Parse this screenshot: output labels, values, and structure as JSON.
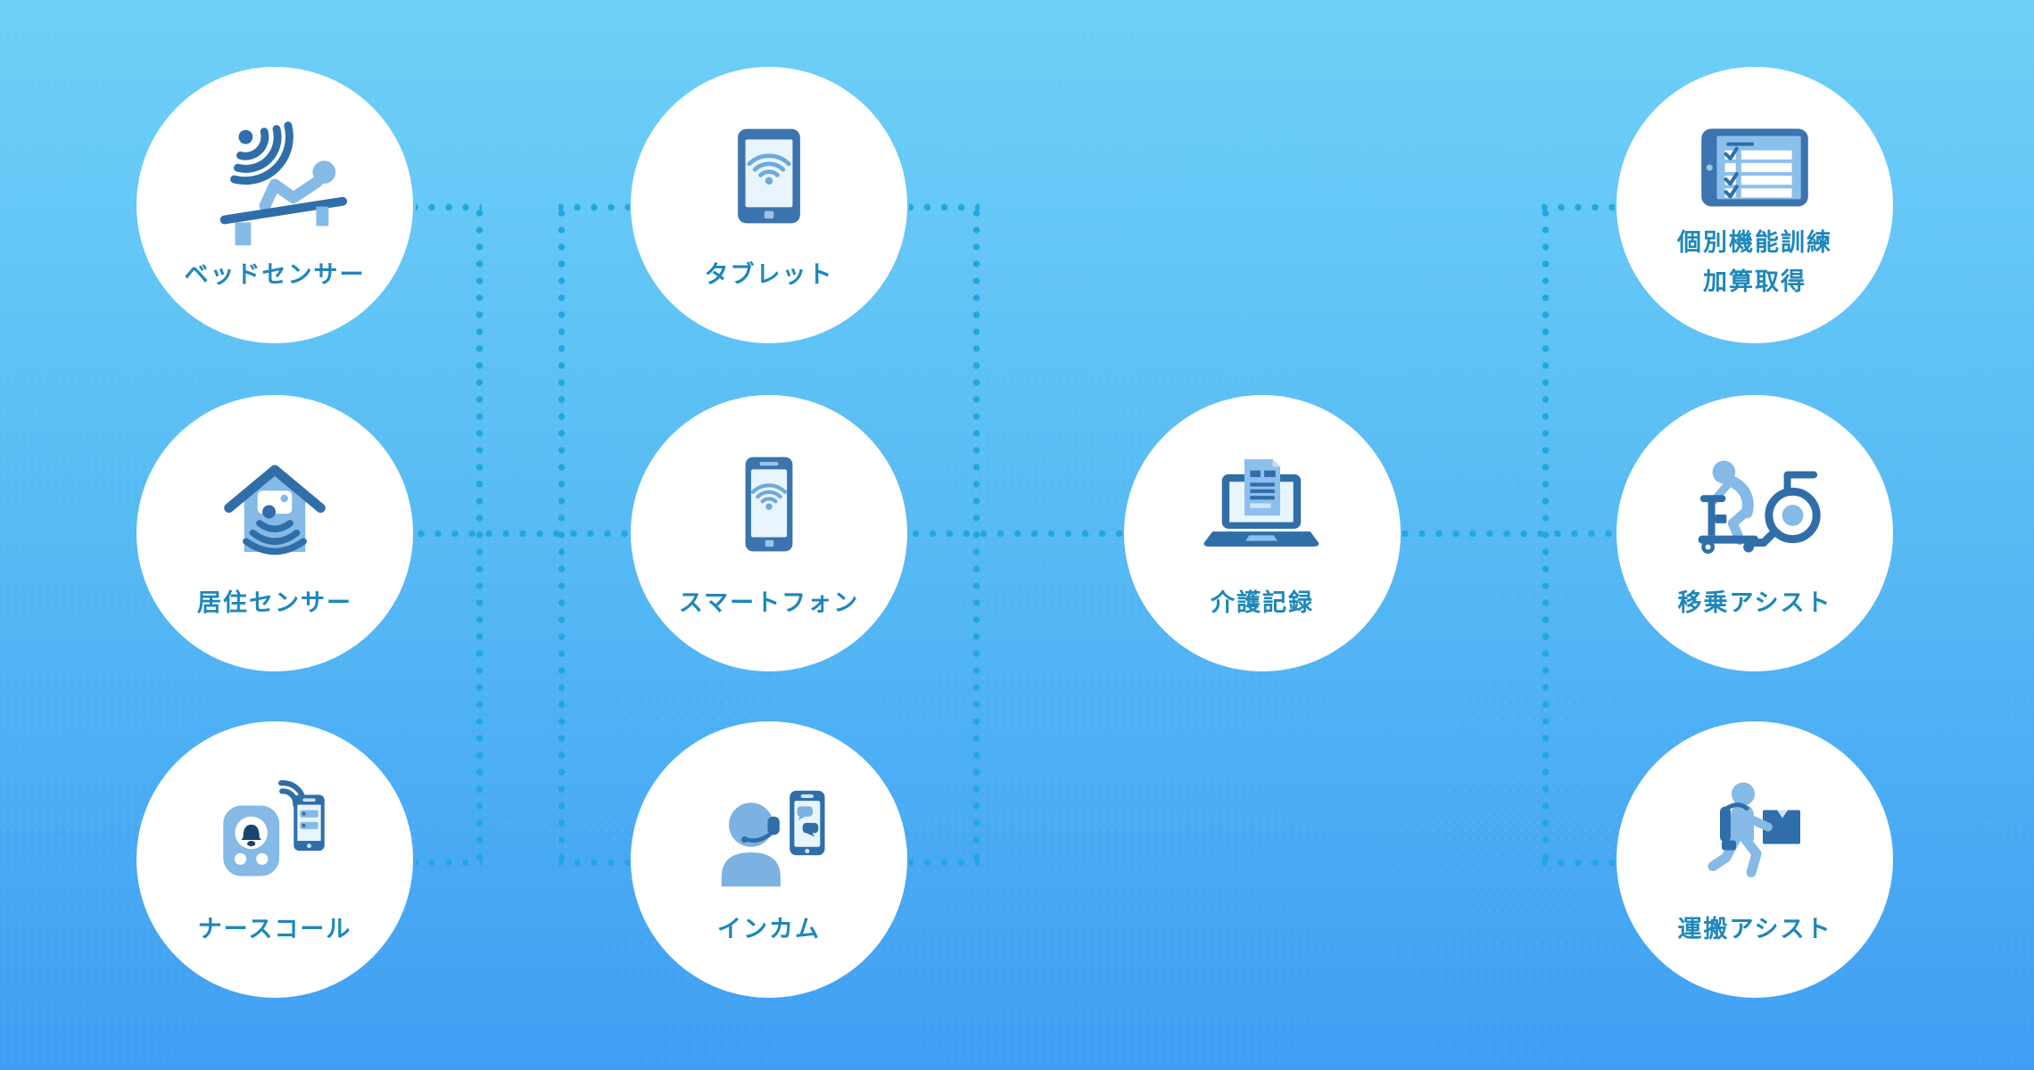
{
  "diagram": {
    "background": {
      "gradient_top": "#6ed0f7",
      "gradient_bottom": "#3f9ef3"
    },
    "colors": {
      "node_fill": "#ffffff",
      "label_text": "#1e87ba",
      "dotted_line": "#21a7e0",
      "icon_dark_blue": "#2f6ea9",
      "icon_frame_blue": "#3b74ae",
      "icon_light_blue": "#85b9e6",
      "icon_person_blue": "#7cb2e2",
      "icon_screen_blue": "#e9f5fd",
      "icon_doc_blue": "#8cc0ec"
    },
    "nodes": [
      {
        "id": "bed-sensor",
        "icon": "bed-sensor-icon",
        "label_lines": [
          "ベッドセンサー"
        ]
      },
      {
        "id": "living-sensor",
        "icon": "house-camera-sensor-icon",
        "label_lines": [
          "居住センサー"
        ]
      },
      {
        "id": "nurse-call",
        "icon": "nurse-call-device-icon",
        "label_lines": [
          "ナースコール"
        ]
      },
      {
        "id": "tablet",
        "icon": "tablet-wifi-icon",
        "label_lines": [
          "タブレット"
        ]
      },
      {
        "id": "smartphone",
        "icon": "smartphone-wifi-icon",
        "label_lines": [
          "スマートフォン"
        ]
      },
      {
        "id": "intercom",
        "icon": "operator-headset-phone-icon",
        "label_lines": [
          "インカム"
        ]
      },
      {
        "id": "care-record",
        "icon": "laptop-document-icon",
        "label_lines": [
          "介護記録"
        ]
      },
      {
        "id": "individual-training",
        "icon": "checklist-tablet-icon",
        "label_lines": [
          "個別機能訓練",
          "加算取得"
        ]
      },
      {
        "id": "transfer-assist",
        "icon": "lift-device-wheelchair-icon",
        "label_lines": [
          "移乗アシスト"
        ]
      },
      {
        "id": "transport-assist",
        "icon": "carry-box-exoskeleton-icon",
        "label_lines": [
          "運搬アシスト"
        ]
      }
    ],
    "connections": {
      "style": "dotted",
      "links": [
        {
          "from_group": [
            "ベッドセンサー",
            "居住センサー",
            "ナースコール"
          ],
          "to_group": [
            "タブレット",
            "スマートフォン",
            "インカム"
          ]
        },
        {
          "from_group": [
            "タブレット",
            "スマートフォン",
            "インカム"
          ],
          "to": "介護記録"
        },
        {
          "from": "介護記録",
          "to_group": [
            "個別機能訓練 加算取得",
            "移乗アシスト",
            "運搬アシスト"
          ]
        }
      ]
    }
  }
}
